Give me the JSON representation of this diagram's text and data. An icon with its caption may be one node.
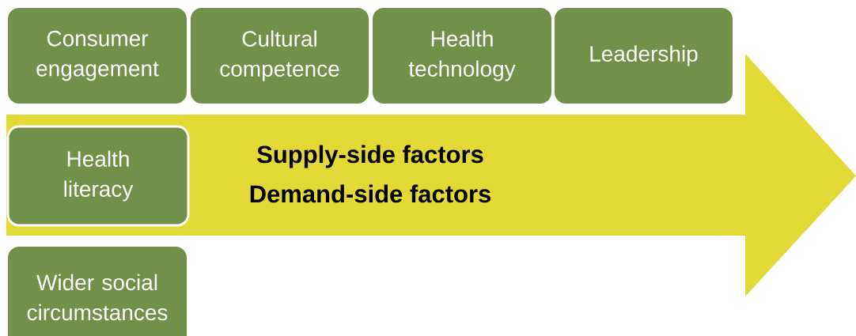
{
  "diagram": {
    "nodes": [
      {
        "text": [
          "Consumer engagement"
        ]
      },
      {
        "text": [
          "Cultural competence"
        ]
      },
      {
        "text": [
          "Health technology"
        ]
      },
      {
        "text": [
          "Leadership"
        ]
      },
      {
        "text": [
          "Supply-side factors",
          "Demand-side factors"
        ]
      },
      {
        "text": [
          "Health literacy"
        ],
        "in": 4
      },
      {
        "text": [
          "Wider social circumstances"
        ]
      }
    ]
  }
}
